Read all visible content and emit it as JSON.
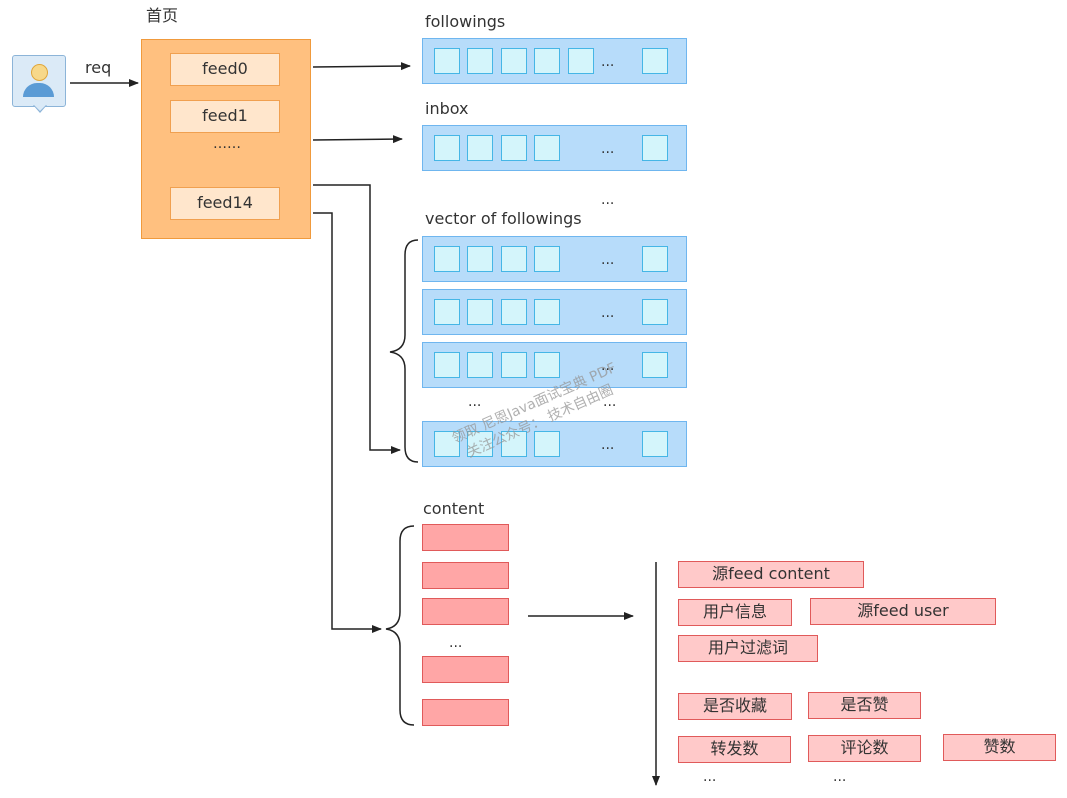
{
  "user": {
    "req_label": "req"
  },
  "homepage": {
    "title": "首页",
    "feeds": [
      "feed0",
      "feed1",
      "feed14"
    ],
    "ellipsis": "……"
  },
  "followings": {
    "label": "followings",
    "ellipsis": "..."
  },
  "inbox": {
    "label": "inbox",
    "ellipsis": "..."
  },
  "between_ellipsis": "...",
  "vector": {
    "label": "vector of followings",
    "ellipsis": "...",
    "gap_ellipsis_left": "...",
    "gap_ellipsis_right": "..."
  },
  "content": {
    "label": "content",
    "ellipsis": "..."
  },
  "fields": {
    "source_feed_content": "源feed content",
    "user_info": "用户信息",
    "source_feed_user": "源feed user",
    "user_filter_words": "用户过滤词",
    "is_favorited": "是否收藏",
    "is_liked": "是否赞",
    "repost_count": "转发数",
    "comment_count": "评论数",
    "like_count": "赞数",
    "ellipsis_left": "...",
    "ellipsis_right": "..."
  },
  "watermark": {
    "line1": "领取 尼恩Java面试宝典 PDF",
    "line2": "关注公众号：  技术自由圈"
  },
  "colors": {
    "homepage_fill": "#ffc07f",
    "feed_fill": "#ffe6cc",
    "list_fill": "#b7dcfa",
    "cell_fill": "#d4f5fb",
    "content_fill": "#ffa6a6",
    "field_fill": "#ffc9c9"
  }
}
